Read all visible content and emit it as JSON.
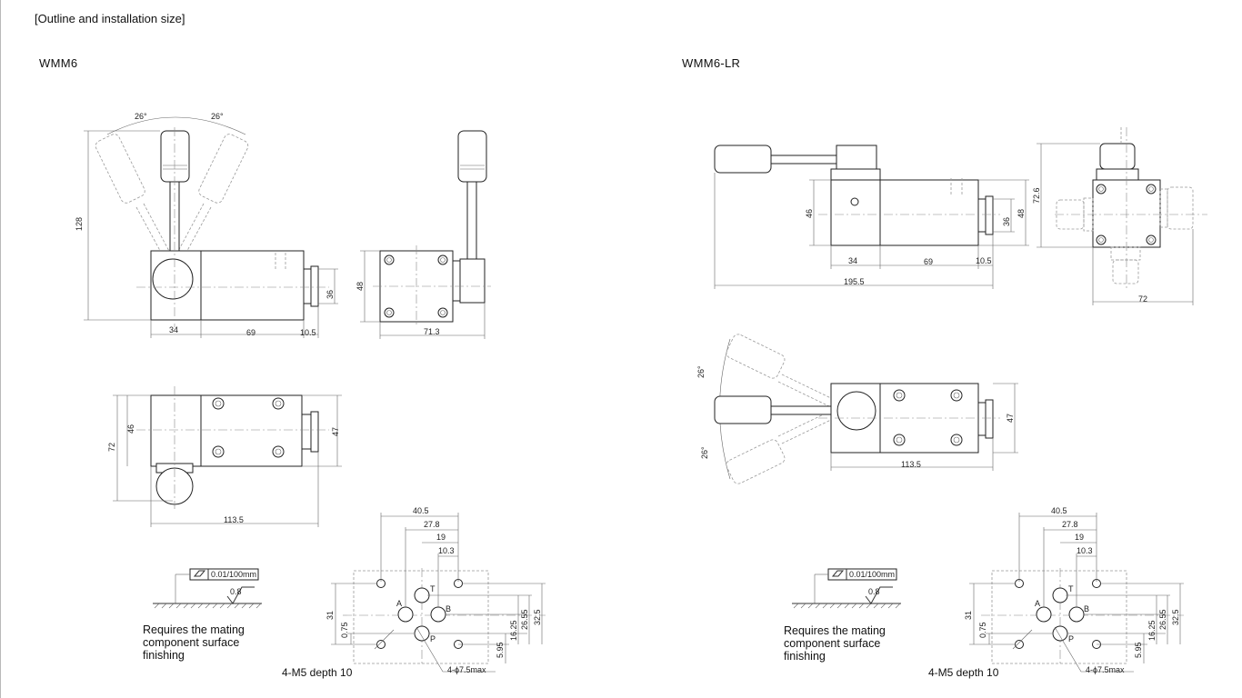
{
  "heading": "[Outline and installation size]",
  "models": {
    "left": "WMM6",
    "right": "WMM6-LR"
  },
  "left_dims": {
    "angle_left": "26°",
    "angle_right": "26°",
    "height_128": "128",
    "d34": "34",
    "d69": "69",
    "d10_5": "10.5",
    "d36": "36",
    "side_48": "48",
    "side_71_3": "71.3",
    "top_72": "72",
    "top_46": "46",
    "top_47": "47",
    "top_113_5": "113.5"
  },
  "right_dims": {
    "d46": "46",
    "d36": "36",
    "d48": "48",
    "d34": "34",
    "d69": "69",
    "d10_5": "10.5",
    "d195_5": "195.5",
    "d72_6": "72.6",
    "d72": "72",
    "angle_top": "26°",
    "angle_bottom": "26°",
    "d47": "47",
    "d113_5": "113.5"
  },
  "mount": {
    "d40_5": "40.5",
    "d27_8": "27.8",
    "d19": "19",
    "d10_3": "10.3",
    "d31": "31",
    "d0_75": "0.75",
    "d5_95": "5.95",
    "d16_25": "16.25",
    "d26_55": "26.55",
    "d32_5": "32.5",
    "port_a": "A",
    "port_b": "B",
    "port_t": "T",
    "port_p": "P",
    "hole_note": "4-ϕ7.5max"
  },
  "surface": {
    "flatness": "0.01/100mm",
    "roughness": "0.8",
    "note_line1": "Requires the mating",
    "note_line2": "component surface",
    "note_line3": "finishing"
  },
  "thread_note": "4-M5 depth 10"
}
